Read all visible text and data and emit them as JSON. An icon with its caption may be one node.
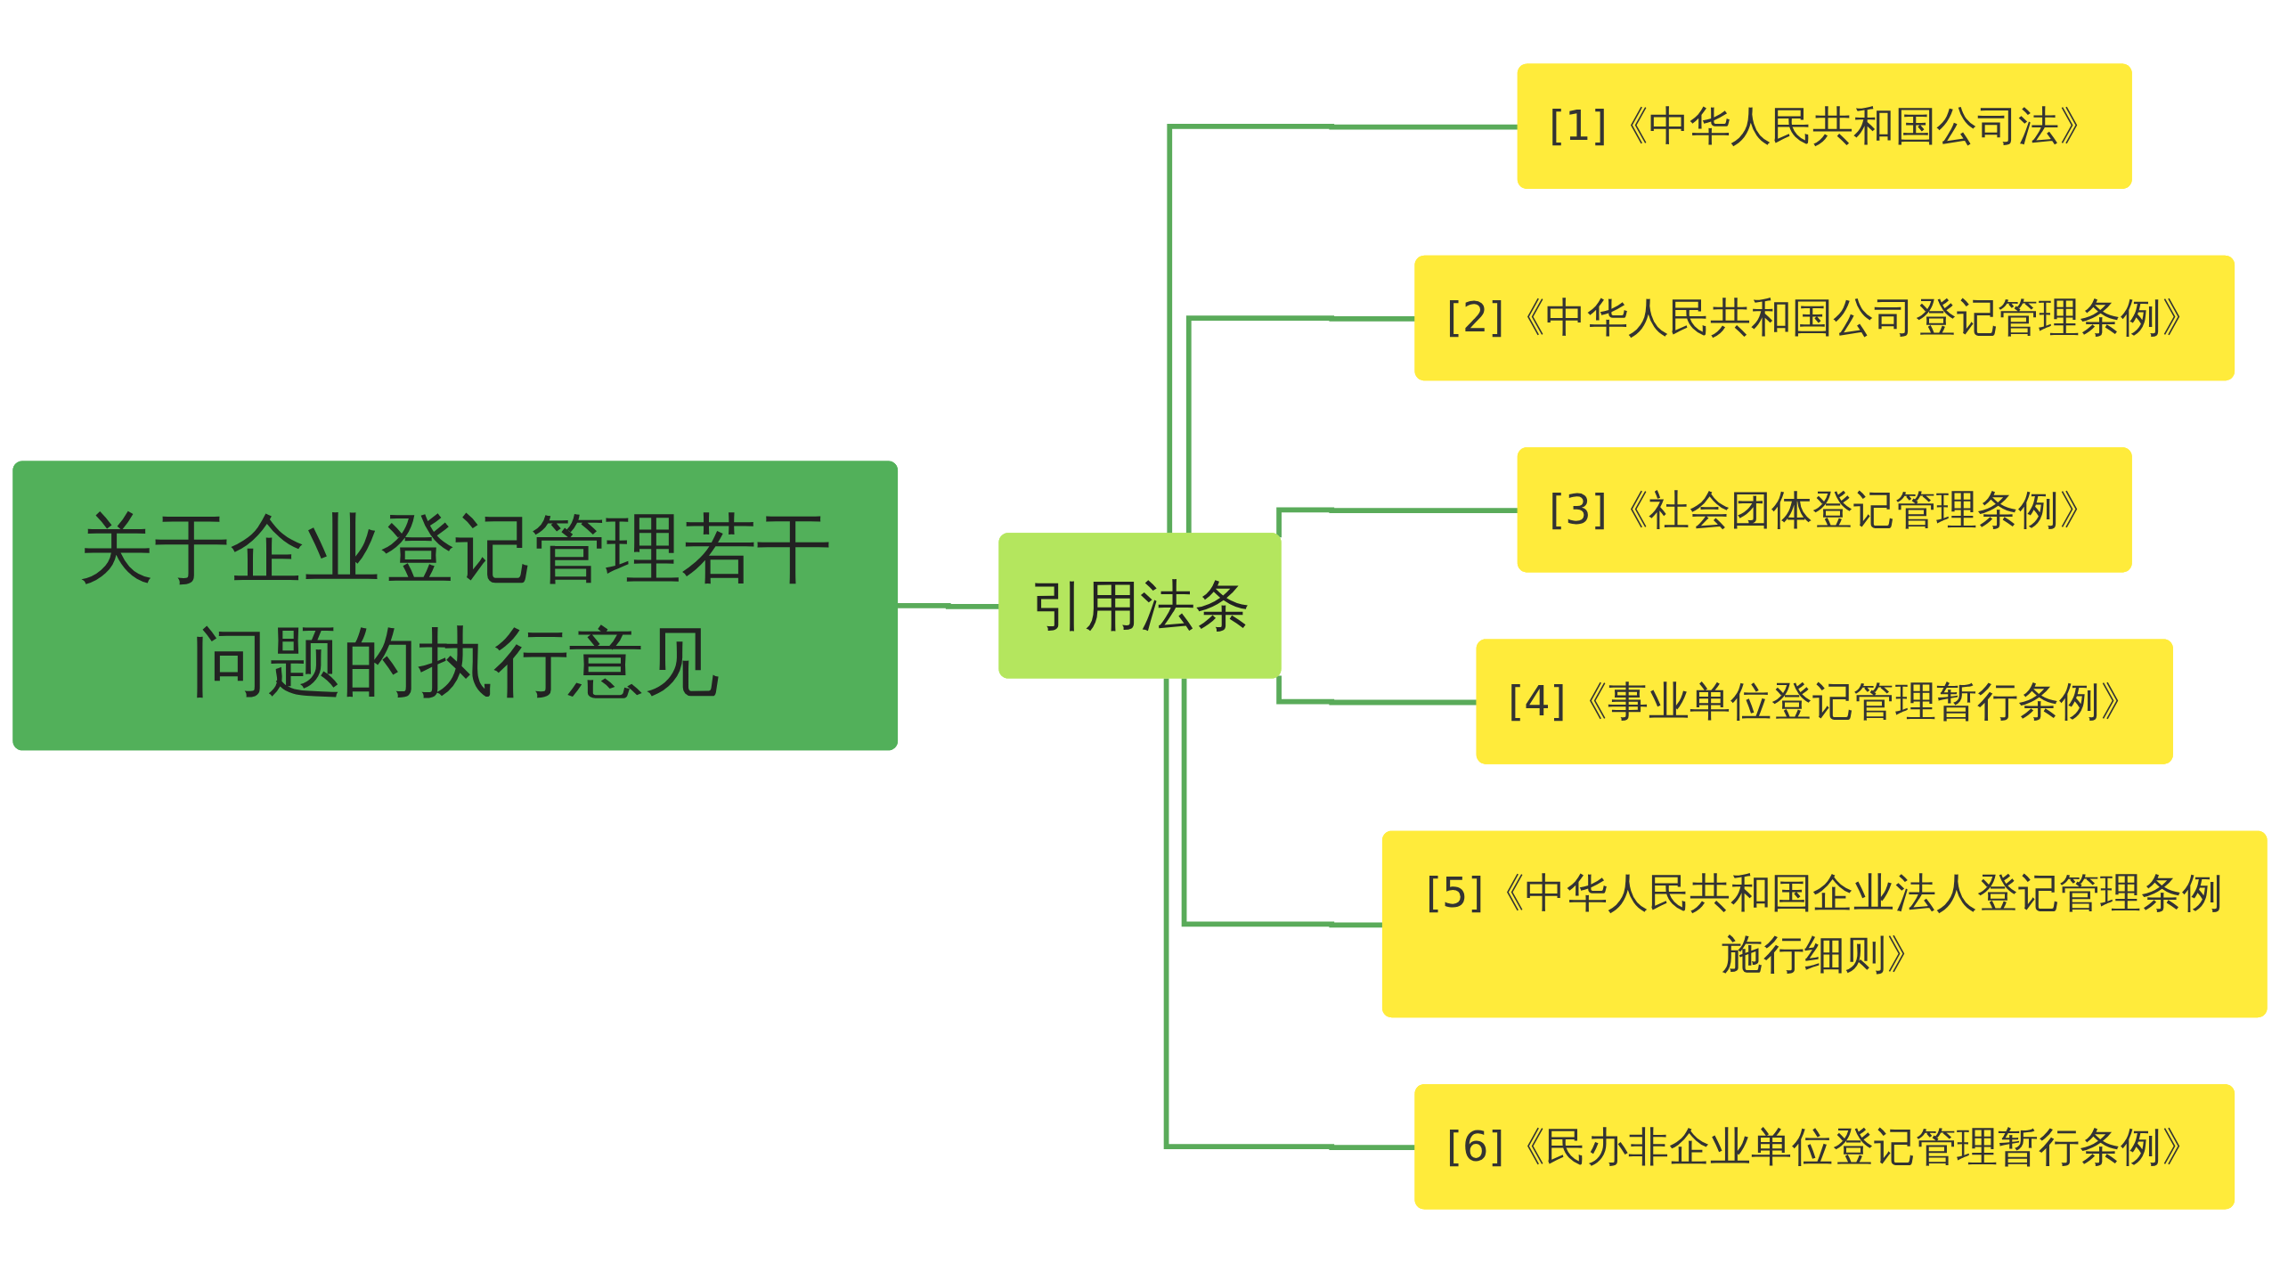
{
  "diagram": {
    "nodes": [
      {
        "text": [
          "关于企业登记管理若干问题的执行意见"
        ]
      },
      {
        "text": [
          "引用法条"
        ]
      },
      {
        "text": [
          "[1]《中华人民共和国公司法》"
        ]
      },
      {
        "text": [
          "[2]《中华人民共和国公司登记管理条例》"
        ]
      },
      {
        "text": [
          "[3]《社会团体登记管理条例》"
        ]
      },
      {
        "text": [
          "[4]《事业单位登记管理暂行条例》"
        ]
      },
      {
        "text": [
          "[5]《中华人民共和国企业法人登记管理条例施行细则》"
        ]
      },
      {
        "text": [
          "[6]《民办非企业单位登记管理暂行条例》"
        ]
      }
    ],
    "edges": [
      {
        "from": 0,
        "to": 1,
        "arrow": "none"
      },
      {
        "from": 1,
        "to": 2,
        "arrow": "none"
      },
      {
        "from": 1,
        "to": 3,
        "arrow": "none"
      },
      {
        "from": 1,
        "to": 4,
        "arrow": "none"
      },
      {
        "from": 1,
        "to": 5,
        "arrow": "none"
      },
      {
        "from": 1,
        "to": 6,
        "arrow": "none"
      },
      {
        "from": 1,
        "to": 7,
        "arrow": "none"
      }
    ]
  }
}
